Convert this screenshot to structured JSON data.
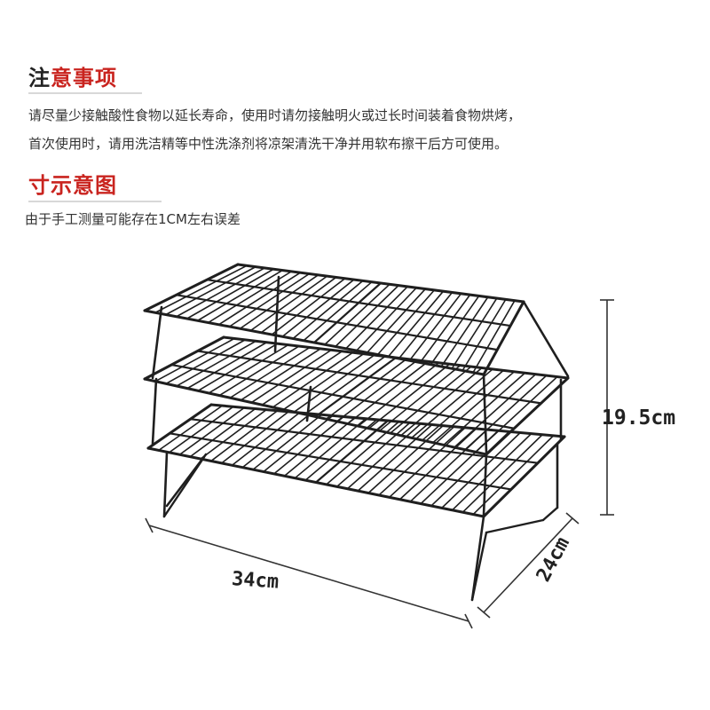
{
  "notes": {
    "title_head": "注",
    "title_tail": "意事项",
    "lines": [
      "请尽量少接触酸性食物以延长寿命，使用时请勿接触明火或过长时间装着食物烘烤，",
      "首次使用时，请用洗洁精等中性洗涤剂将凉架清洗干净并用软布擦干后方可使用。"
    ]
  },
  "size": {
    "title_head": "尺",
    "title_tail": "寸示意图",
    "note": "由于手工测量可能存在1CM左右误差"
  },
  "dimensions": {
    "height": "19.5cm",
    "width": "34cm",
    "depth": "24cm"
  },
  "colors": {
    "accent": "#c9241f",
    "wire": "#1f1f1f",
    "text": "#333333"
  }
}
